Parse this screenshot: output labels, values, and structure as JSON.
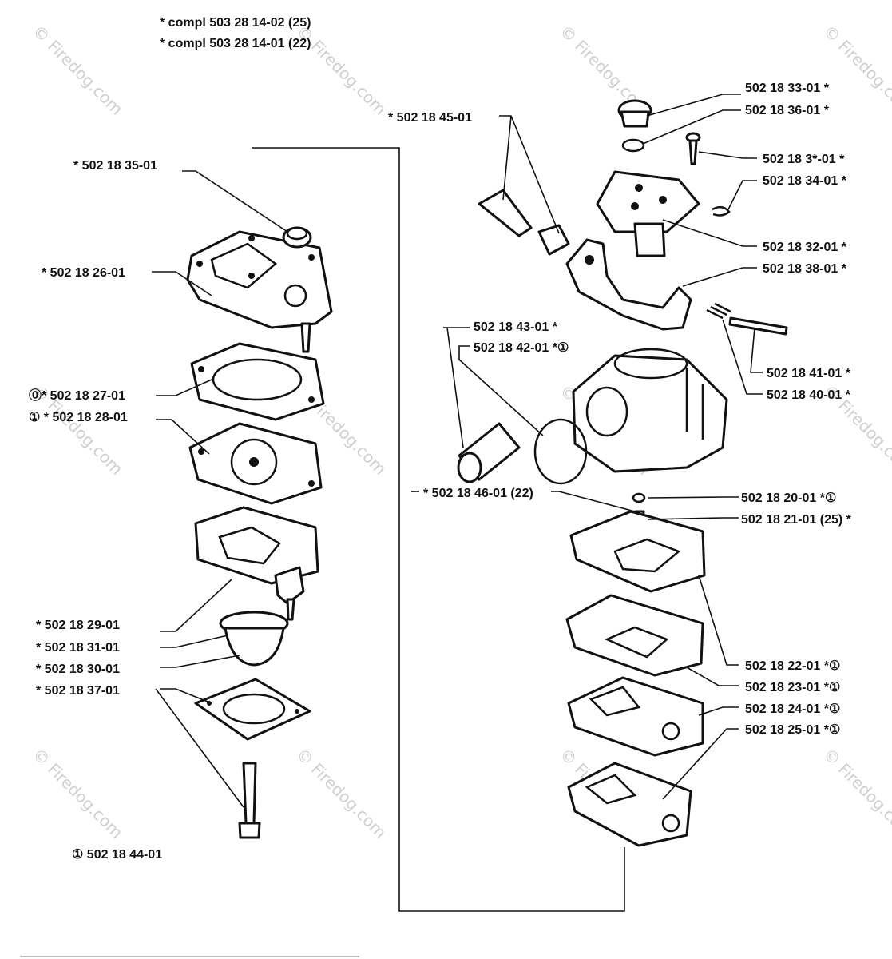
{
  "header": {
    "line1": "*  compl 503 28 14-02 (25)",
    "line2": "*  compl 503 28 14-01 (22)"
  },
  "watermark": "© Firedog.com",
  "labels": {
    "p45": "*  502 18 45-01",
    "p33": "502 18 33-01  *",
    "p36": "502 18 36-01  *",
    "p3x": "502 18 3*-01  *",
    "p34": "502 18 34-01  *",
    "p35": "*  502 18 35-01",
    "p26": "* 502 18 26-01",
    "p32": "502 18 32-01  *",
    "p38": "502 18 38-01  *",
    "p43": "502 18 43-01  *",
    "p42": "502 18 42-01  *①",
    "p41": "502 18 41-01  *",
    "p40": "502 18 40-01  *",
    "p27": "⓪*  502 18 27-01",
    "p28": "① *  502 18 28-01",
    "p46": "*  502 18 46-01 (22)",
    "p20": "502 18 20-01  *①",
    "p21": "502 18 21-01 (25)  *",
    "p29": "*  502 18 29-01",
    "p31": "*  502 18 31-01",
    "p30": "*  502 18 30-01",
    "p37": "*  502 18 37-01",
    "p22": "502 18 22-01  *①",
    "p23": "502 18 23-01  *①",
    "p24": "502 18 24-01  *①",
    "p25": "502 18 25-01  *①",
    "p44": "①  502 18 44-01"
  }
}
